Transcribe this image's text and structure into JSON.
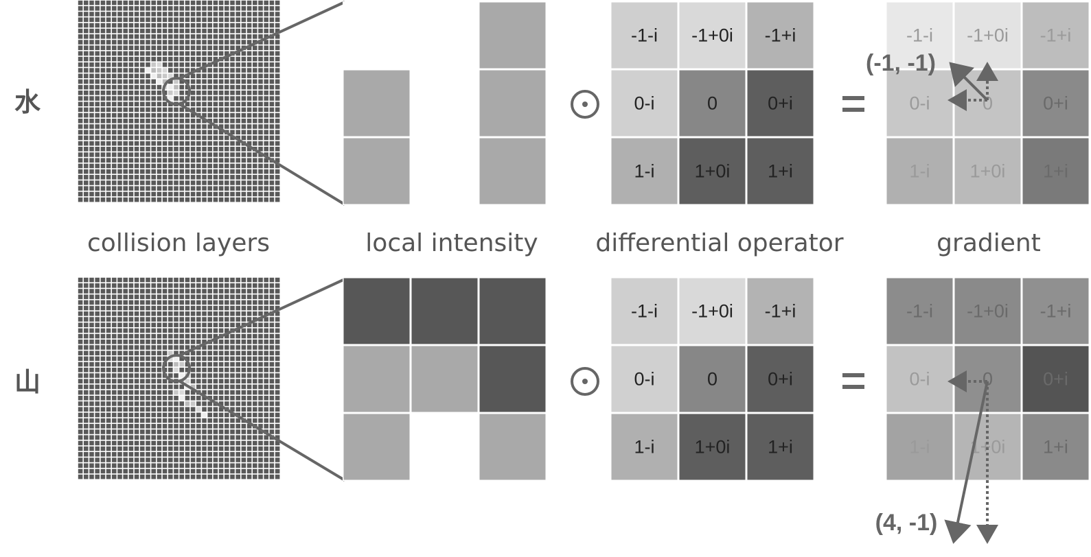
{
  "captions": {
    "collision": "collision layers",
    "intensity": "local intensity",
    "operator": "differential operator",
    "gradient": "gradient"
  },
  "rows": [
    {
      "label": "水",
      "intensity": [
        [
          "#ffffff",
          "#ffffff",
          "#a9a9a9"
        ],
        [
          "#a9a9a9",
          "#ffffff",
          "#a9a9a9"
        ],
        [
          "#a9a9a9",
          "#ffffff",
          "#a9a9a9"
        ]
      ],
      "gradient_fill": [
        [
          "#e8e8e8",
          "#e3e3e3",
          "#bdbdbd"
        ],
        [
          "#c8c8c8",
          "#c4c4c4",
          "#8a8a8a"
        ],
        [
          "#b0b0b0",
          "#bababa",
          "#7a7a7a"
        ]
      ],
      "vector_label": "(-1, -1)",
      "vector": [
        -1,
        -1
      ]
    },
    {
      "label": "山",
      "intensity": [
        [
          "#575757",
          "#575757",
          "#575757"
        ],
        [
          "#a9a9a9",
          "#a9a9a9",
          "#575757"
        ],
        [
          "#a9a9a9",
          "#ffffff",
          "#a9a9a9"
        ]
      ],
      "gradient_fill": [
        [
          "#8c8c8c",
          "#8a8a8a",
          "#909090"
        ],
        [
          "#c2c2c2",
          "#8f8f8f",
          "#545454"
        ],
        [
          "#a3a3a3",
          "#b5b5b5",
          "#8a8a8a"
        ]
      ],
      "vector_label": "(4, -1)",
      "vector": [
        4,
        -1
      ]
    }
  ],
  "operator_labels": [
    [
      "-1-i",
      "-1+0i",
      "-1+i"
    ],
    [
      "0-i",
      "0",
      "0+i"
    ],
    [
      "1-i",
      "1+0i",
      "1+i"
    ]
  ],
  "operator_fill": [
    [
      "#cfcfcf",
      "#d9d9d9",
      "#b3b3b3"
    ],
    [
      "#d0d0d0",
      "#878787",
      "#5e5e5e"
    ],
    [
      "#b0b0b0",
      "#5e5e5e",
      "#5e5e5e"
    ]
  ],
  "symbols": {
    "hadamard": "⊙",
    "equals": "="
  },
  "colors": {
    "accent": "#666666",
    "grid_dark": "#595959",
    "grid_line": "#ffffff"
  }
}
